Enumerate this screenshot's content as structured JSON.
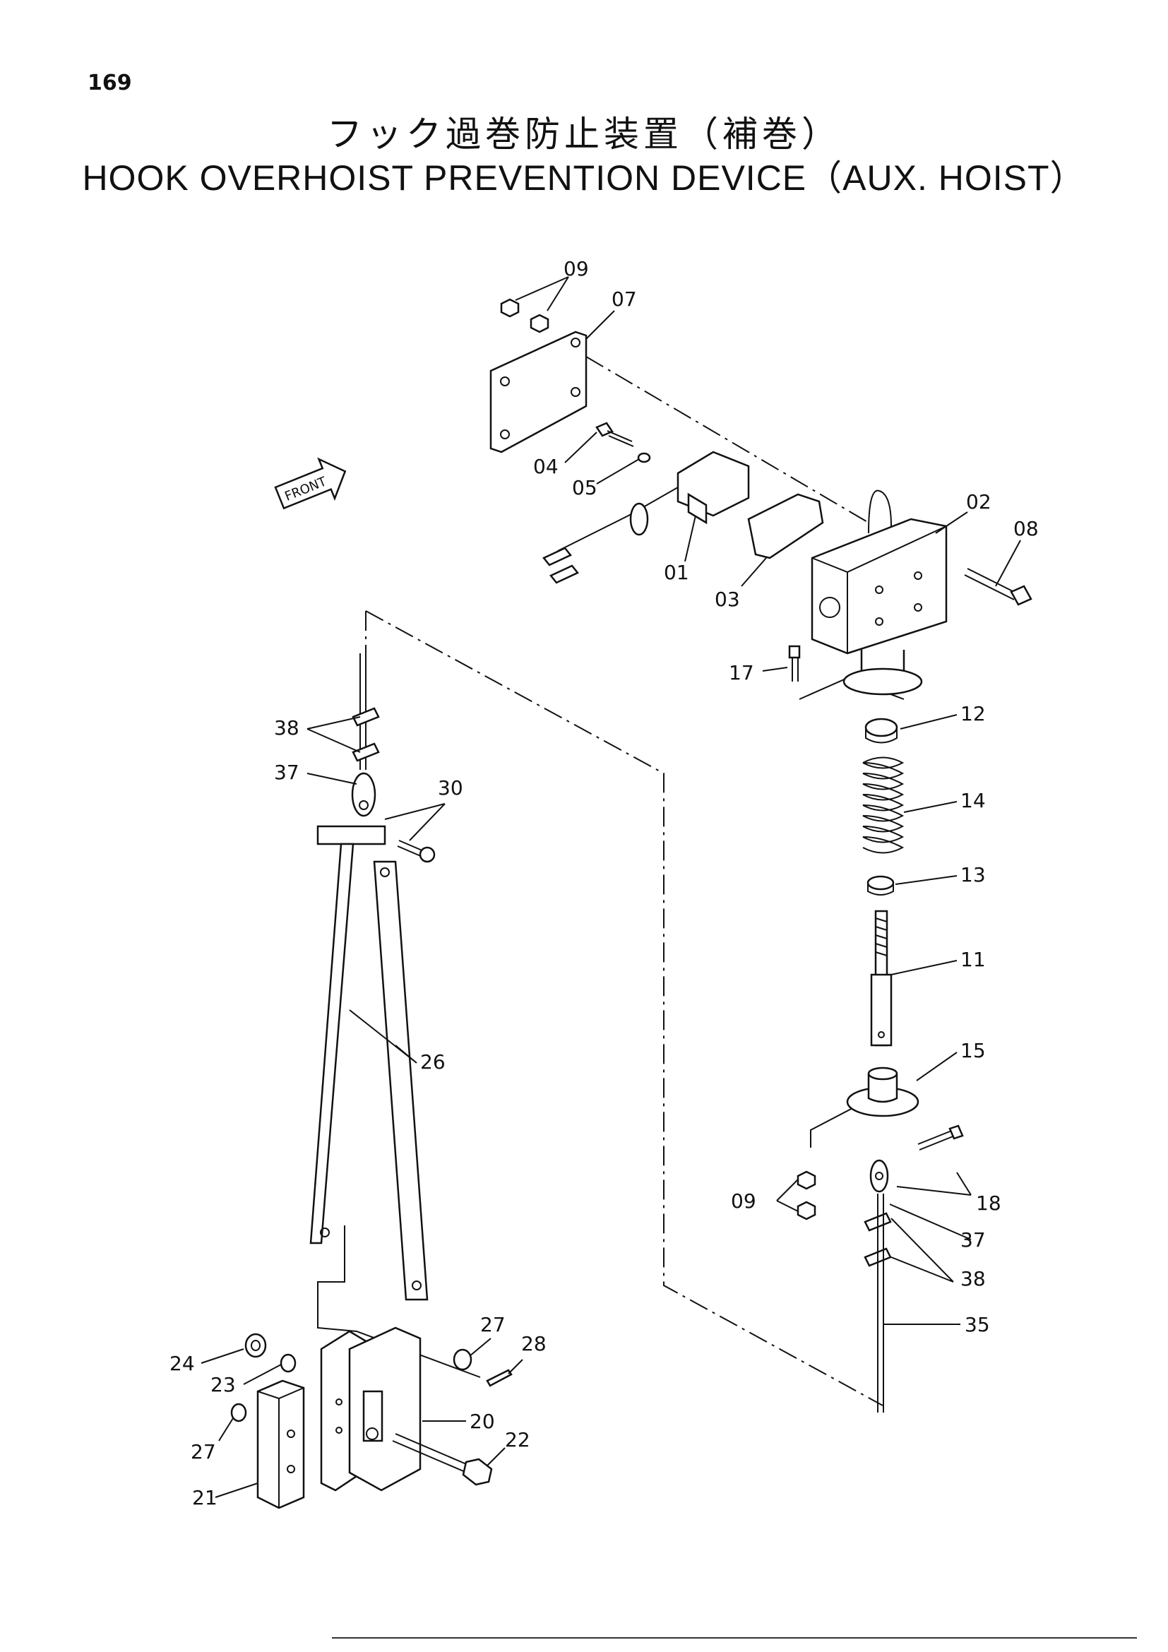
{
  "page": {
    "number": "169"
  },
  "title": {
    "japanese": "フック過巻防止装置（補巻）",
    "english": "HOOK OVERHOIST PREVENTION DEVICE（AUX. HOIST）"
  },
  "front_arrow": {
    "text": "FRONT"
  },
  "callouts": {
    "c01": "01",
    "c02": "02",
    "c03": "03",
    "c04": "04",
    "c05": "05",
    "c07": "07",
    "c08": "08",
    "c09a": "09",
    "c09b": "09",
    "c11": "11",
    "c12": "12",
    "c13": "13",
    "c14": "14",
    "c15": "15",
    "c17": "17",
    "c18": "18",
    "c20": "20",
    "c21": "21",
    "c22": "22",
    "c23": "23",
    "c24": "24",
    "c26": "26",
    "c27a": "27",
    "c27b": "27",
    "c28": "28",
    "c30": "30",
    "c35": "35",
    "c37a": "37",
    "c37b": "37",
    "c38a": "38",
    "c38b": "38"
  }
}
